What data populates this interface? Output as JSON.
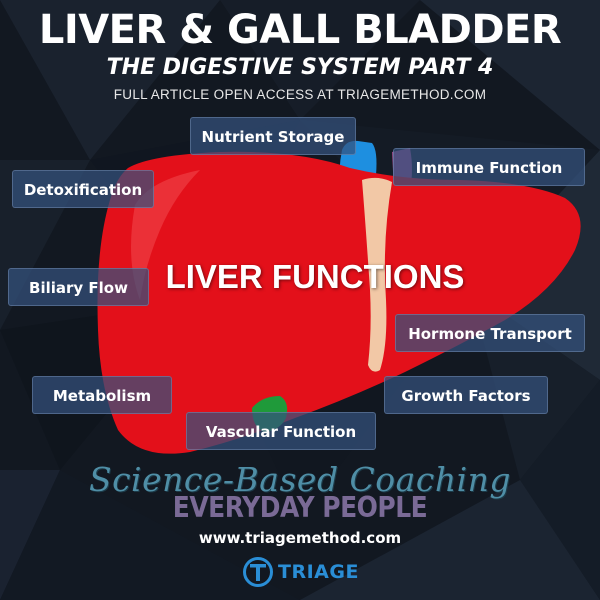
{
  "header": {
    "title": "LIVER & GALL BLADDER",
    "subtitle": "THE DIGESTIVE SYSTEM PART 4",
    "tagline": "FULL ARTICLE OPEN ACCESS AT TRIAGEMETHOD.COM"
  },
  "diagram": {
    "center_label": "LIVER FUNCTIONS",
    "functions": [
      "Nutrient Storage",
      "Immune Function",
      "Detoxification",
      "Biliary Flow",
      "Hormone Transport",
      "Metabolism",
      "Growth Factors",
      "Vascular Function"
    ]
  },
  "footer": {
    "slogan_script": "Science-Based Coaching",
    "slogan_sub": "EVERYDAY PEOPLE",
    "website": "www.triagemethod.com",
    "logo_text": "TRIAGE"
  },
  "colors": {
    "liver": "#e3101a",
    "gallbladder": "#1f9a3a",
    "vessel_blue": "#1e8fe0",
    "pill": "#34527d",
    "brand_blue": "#2a8ed6"
  },
  "icons": [
    "triage-logo-icon"
  ]
}
